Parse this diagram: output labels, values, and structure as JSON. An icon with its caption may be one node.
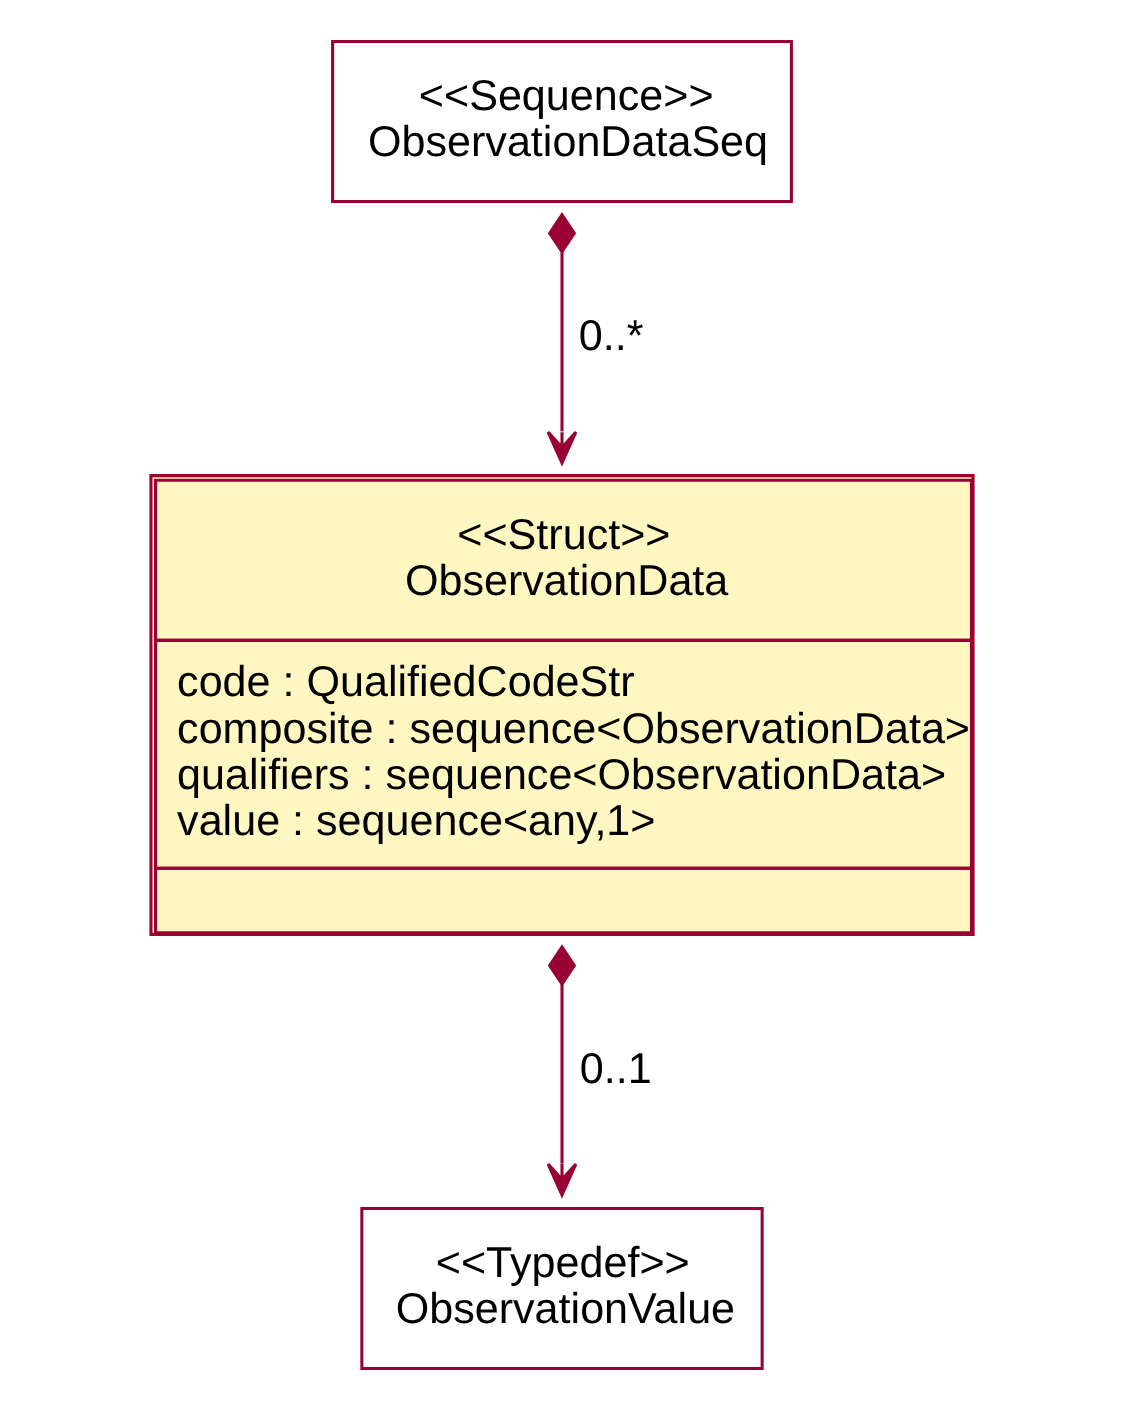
{
  "diagram": {
    "nodes": [
      {
        "text": [
          "<<Sequence>>",
          "ObservationDataSeq"
        ]
      },
      {
        "text": [
          "<<Struct>>",
          "ObservationData",
          "code : QualifiedCodeStr",
          "composite : sequence<ObservationData>",
          "qualifiers : sequence<ObservationData>",
          "value : sequence<any,1>"
        ]
      },
      {
        "text": [
          "<<Typedef>>",
          "ObservationValue"
        ]
      }
    ],
    "edges": [
      {
        "from": 0,
        "to": 1,
        "arrow": "to",
        "label": "0..*"
      },
      {
        "from": 1,
        "to": 2,
        "arrow": "to",
        "label": "0..1"
      }
    ]
  }
}
